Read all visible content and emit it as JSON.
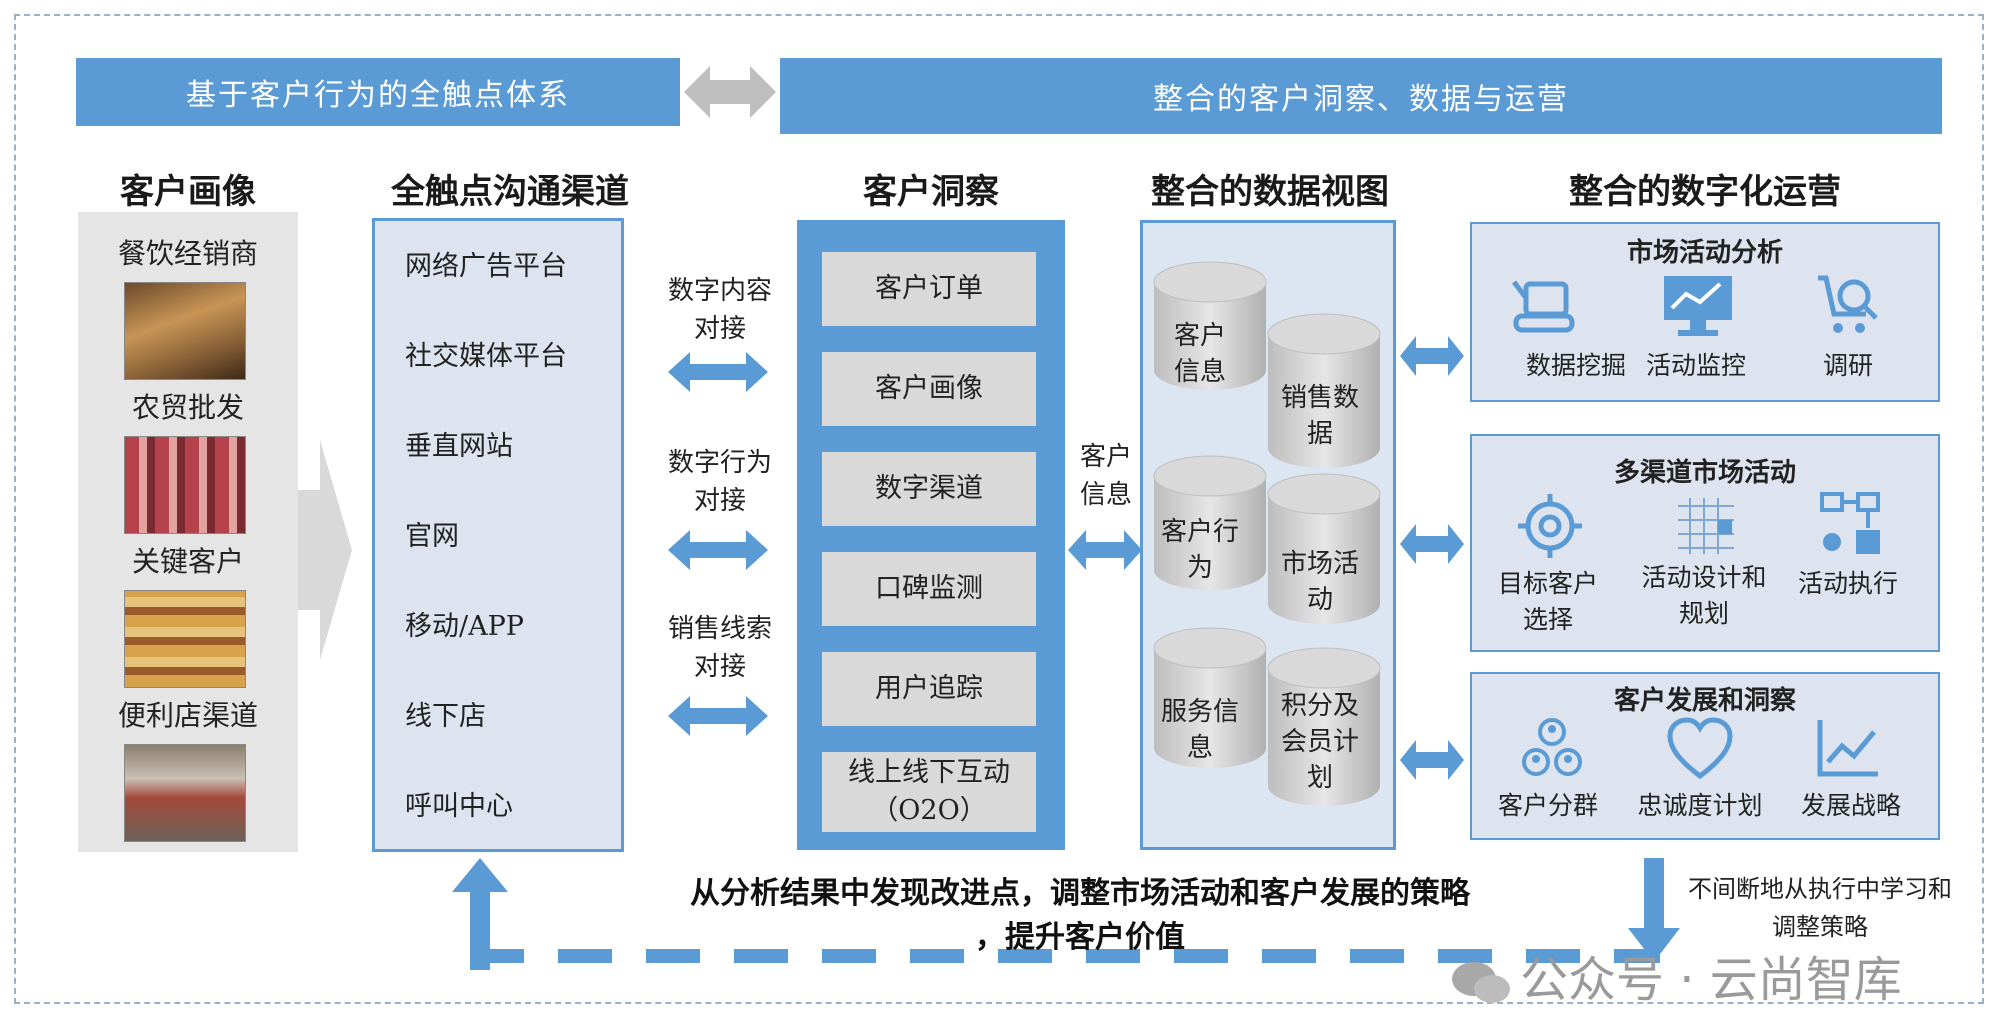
{
  "banners": {
    "left": "基于客户行为的全触点体系",
    "right": "整合的客户洞察、数据与运营"
  },
  "columns": {
    "persona": {
      "title": "客户画像",
      "items": [
        "餐饮经销商",
        "农贸批发",
        "关键客户",
        "便利店渠道"
      ]
    },
    "channels": {
      "title": "全触点沟通渠道",
      "items": [
        "网络广告平台",
        "社交媒体平台",
        "垂直网站",
        "官网",
        "移动/APP",
        "线下店",
        "呼叫中心"
      ]
    },
    "connectors": [
      "数字内容对接",
      "数字行为对接",
      "销售线索对接"
    ],
    "insight": {
      "title": "客户洞察",
      "items": [
        "客户订单",
        "客户画像",
        "数字渠道",
        "口碑监测",
        "用户追踪",
        "线上线下互动（O2O）"
      ]
    },
    "insight_to_data_label": "客户信息",
    "data_view": {
      "title": "整合的数据视图",
      "items": [
        "客户信息",
        "销售数据",
        "客户行为",
        "市场活动",
        "服务信息",
        "积分及会员计划"
      ]
    },
    "operations": {
      "title": "整合的数字化运营",
      "groups": [
        {
          "title": "市场活动分析",
          "items": [
            "数据挖掘",
            "活动监控",
            "调研"
          ]
        },
        {
          "title": "多渠道市场活动",
          "items": [
            "目标客户选择",
            "活动设计和规划",
            "活动执行"
          ]
        },
        {
          "title": "客户发展和洞察",
          "items": [
            "客户分群",
            "忠诚度计划",
            "发展战略"
          ]
        }
      ]
    }
  },
  "feedback": {
    "line1": "从分析结果中发现改进点，调整市场活动和客户发展的策略",
    "line2": "，提升客户价值",
    "side_note": "不间断地从执行中学习和调整策略"
  },
  "watermark": "公众号 · 云尚智库",
  "colors": {
    "accent": "#5b9bd5",
    "panel_gray": "#e5e5e5",
    "light_blue": "#dde4ef"
  }
}
